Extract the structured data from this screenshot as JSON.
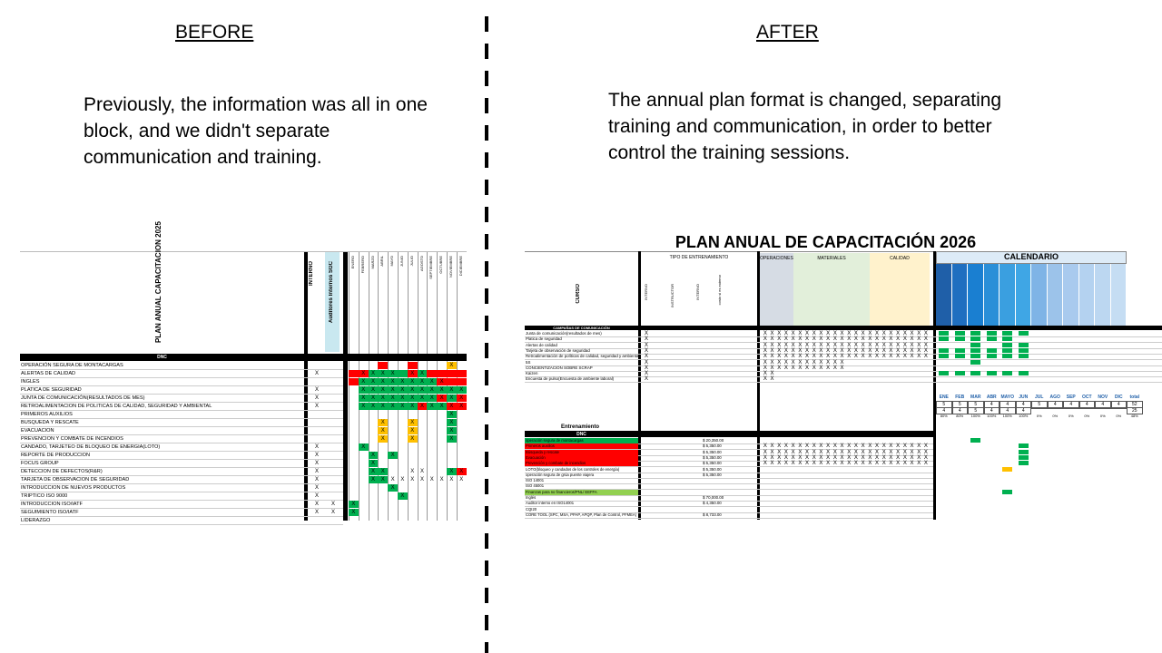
{
  "before": {
    "heading": "BEFORE",
    "text": "Previously, the information was all in one block, and we didn't separate communication and training.",
    "sheet": {
      "title": "PLAN ANUAL CAPACITACION 2025",
      "col_interno": "INTERNO",
      "col_auditores": "Auditores Internos SGC",
      "months": [
        "ENERO",
        "FEBRERO",
        "MARZO",
        "ABRIL",
        "MAYO",
        "JUNIO",
        "JULIO",
        "AGOSTO",
        "SEPTIEMBRE",
        "OCTUBRE",
        "NOVIEMBRE",
        "DICIEMBRE"
      ],
      "section": "DNC",
      "rows": [
        "OPERACIÓN SEGURA DE MONTACARGAS",
        "ALERTAS DE CALIDAD",
        "INGLES",
        "PLATICA DE SEGURIDAD",
        "JUNTA DE COMUNICACIÓN(RESULTADOS DE MES)",
        "RETROALIMENTACION DE POLITICAS DE CALIDAD, SEGURIDAD Y AMBIENTAL",
        "PRIMEROS AUXILIOS",
        "BUSQUEDA Y RESCATE",
        "EVACUACION",
        "PREVENCION Y COMBATE DE INCENDIOS",
        "CANDADO, TARJETEO DE BLOQUEO DE ENERGIA(LOTO)",
        "REPORTE DE PRODUCCION",
        "FOCUS GROUP",
        "DETECCION DE DEFECTOS(R&R)",
        "TARJETA DE OBSERVACION DE SEGURIDAD",
        "INTRODUCCION DE NUEVOS PRODUCTOS",
        "TRIPTICO ISO 9000",
        "INTRODUCCION ISO/IATF",
        "SEGUIMIENTO ISO/IATF",
        "LIDERAZGO"
      ],
      "mark": "X"
    }
  },
  "after": {
    "heading": "AFTER",
    "text": "The annual plan format is changed, separating training and communication, in order to better control the training sessions.",
    "sheet": {
      "title": "PLAN ANUAL DE CAPACITACIÓN 2026",
      "col_curso": "CURSO",
      "col_tipo": "TIPO DE ENTRENAMIENTO",
      "col_interno": "INTERNO",
      "col_instructor": "INSTRUCTOR",
      "col_interno2": "INTERNO",
      "col_costo": "costo si es externo",
      "groups": [
        "OPERACIONES",
        "MATERIALES",
        "CALIDAD"
      ],
      "calendar_label": "CALENDARIO",
      "comm_section": "CAMPAÑAS DE COMUNICACIÓN",
      "comm_rows": [
        "Junta de comunicación(resultados de mes)",
        "Platica de seguridad",
        "Alertas de calidad",
        "Tarjeta de observación de seguridad",
        "Retroalimentación de políticas de calidad, seguridad y ambiental",
        "5S",
        "CONCIENTIZACION SOBRE SCRAP",
        "Kaizen",
        "Encuesta de pulso(Encuesta de ambiente laboral)"
      ],
      "summary_months": [
        "ENE",
        "FEB",
        "MAR",
        "ABR",
        "MAYO",
        "JUN",
        "JUL",
        "AGO",
        "SEP",
        "OCT",
        "NOV",
        "DIC",
        "total"
      ],
      "summary_row1": [
        "5",
        "5",
        "5",
        "4",
        "4",
        "4",
        "5",
        "4",
        "4",
        "4",
        "4",
        "4",
        "52"
      ],
      "summary_row2": [
        "4",
        "4",
        "5",
        "4",
        "4",
        "4",
        "",
        "",
        "",
        "",
        "",
        "",
        "25"
      ],
      "summary_row3": [
        "80%",
        "80%",
        "100%",
        "100%",
        "100%",
        "100%",
        "0%",
        "0%",
        "0%",
        "0%",
        "0%",
        "0%",
        "48%"
      ],
      "training_label": "Entrenamiento",
      "training_section": "DNC",
      "training_rows": [
        "operación segura de montacargas",
        "Primeros auxilios",
        "Búsqueda y rescate",
        "Evacuación",
        "Prevención y combate de incendios",
        "LOTO(bloqueo y candados de los controles de energía)",
        "operación segura de grúa puente viajera",
        "ISO 14001",
        "ISO 45001",
        "Finanzas para no financieros/PNL/ EEFFA",
        "Inglés",
        "Auditor interno en ISO14001",
        "CQI20",
        "CORE TOOL (SPC, MSA, PPAP, APQP, Plan de Control, PFMEA)"
      ],
      "training_costs": [
        "$ 20,350.00",
        "$ 5,350.00",
        "$ 5,350.00",
        "$ 5,350.00",
        "$ 5,350.00",
        "$ 5,350.00",
        "$ 5,350.00",
        "",
        "",
        "",
        "$ 70,000.00",
        "$ 4,350.00",
        "",
        "$ 8,733.00"
      ],
      "mark": "X"
    }
  }
}
